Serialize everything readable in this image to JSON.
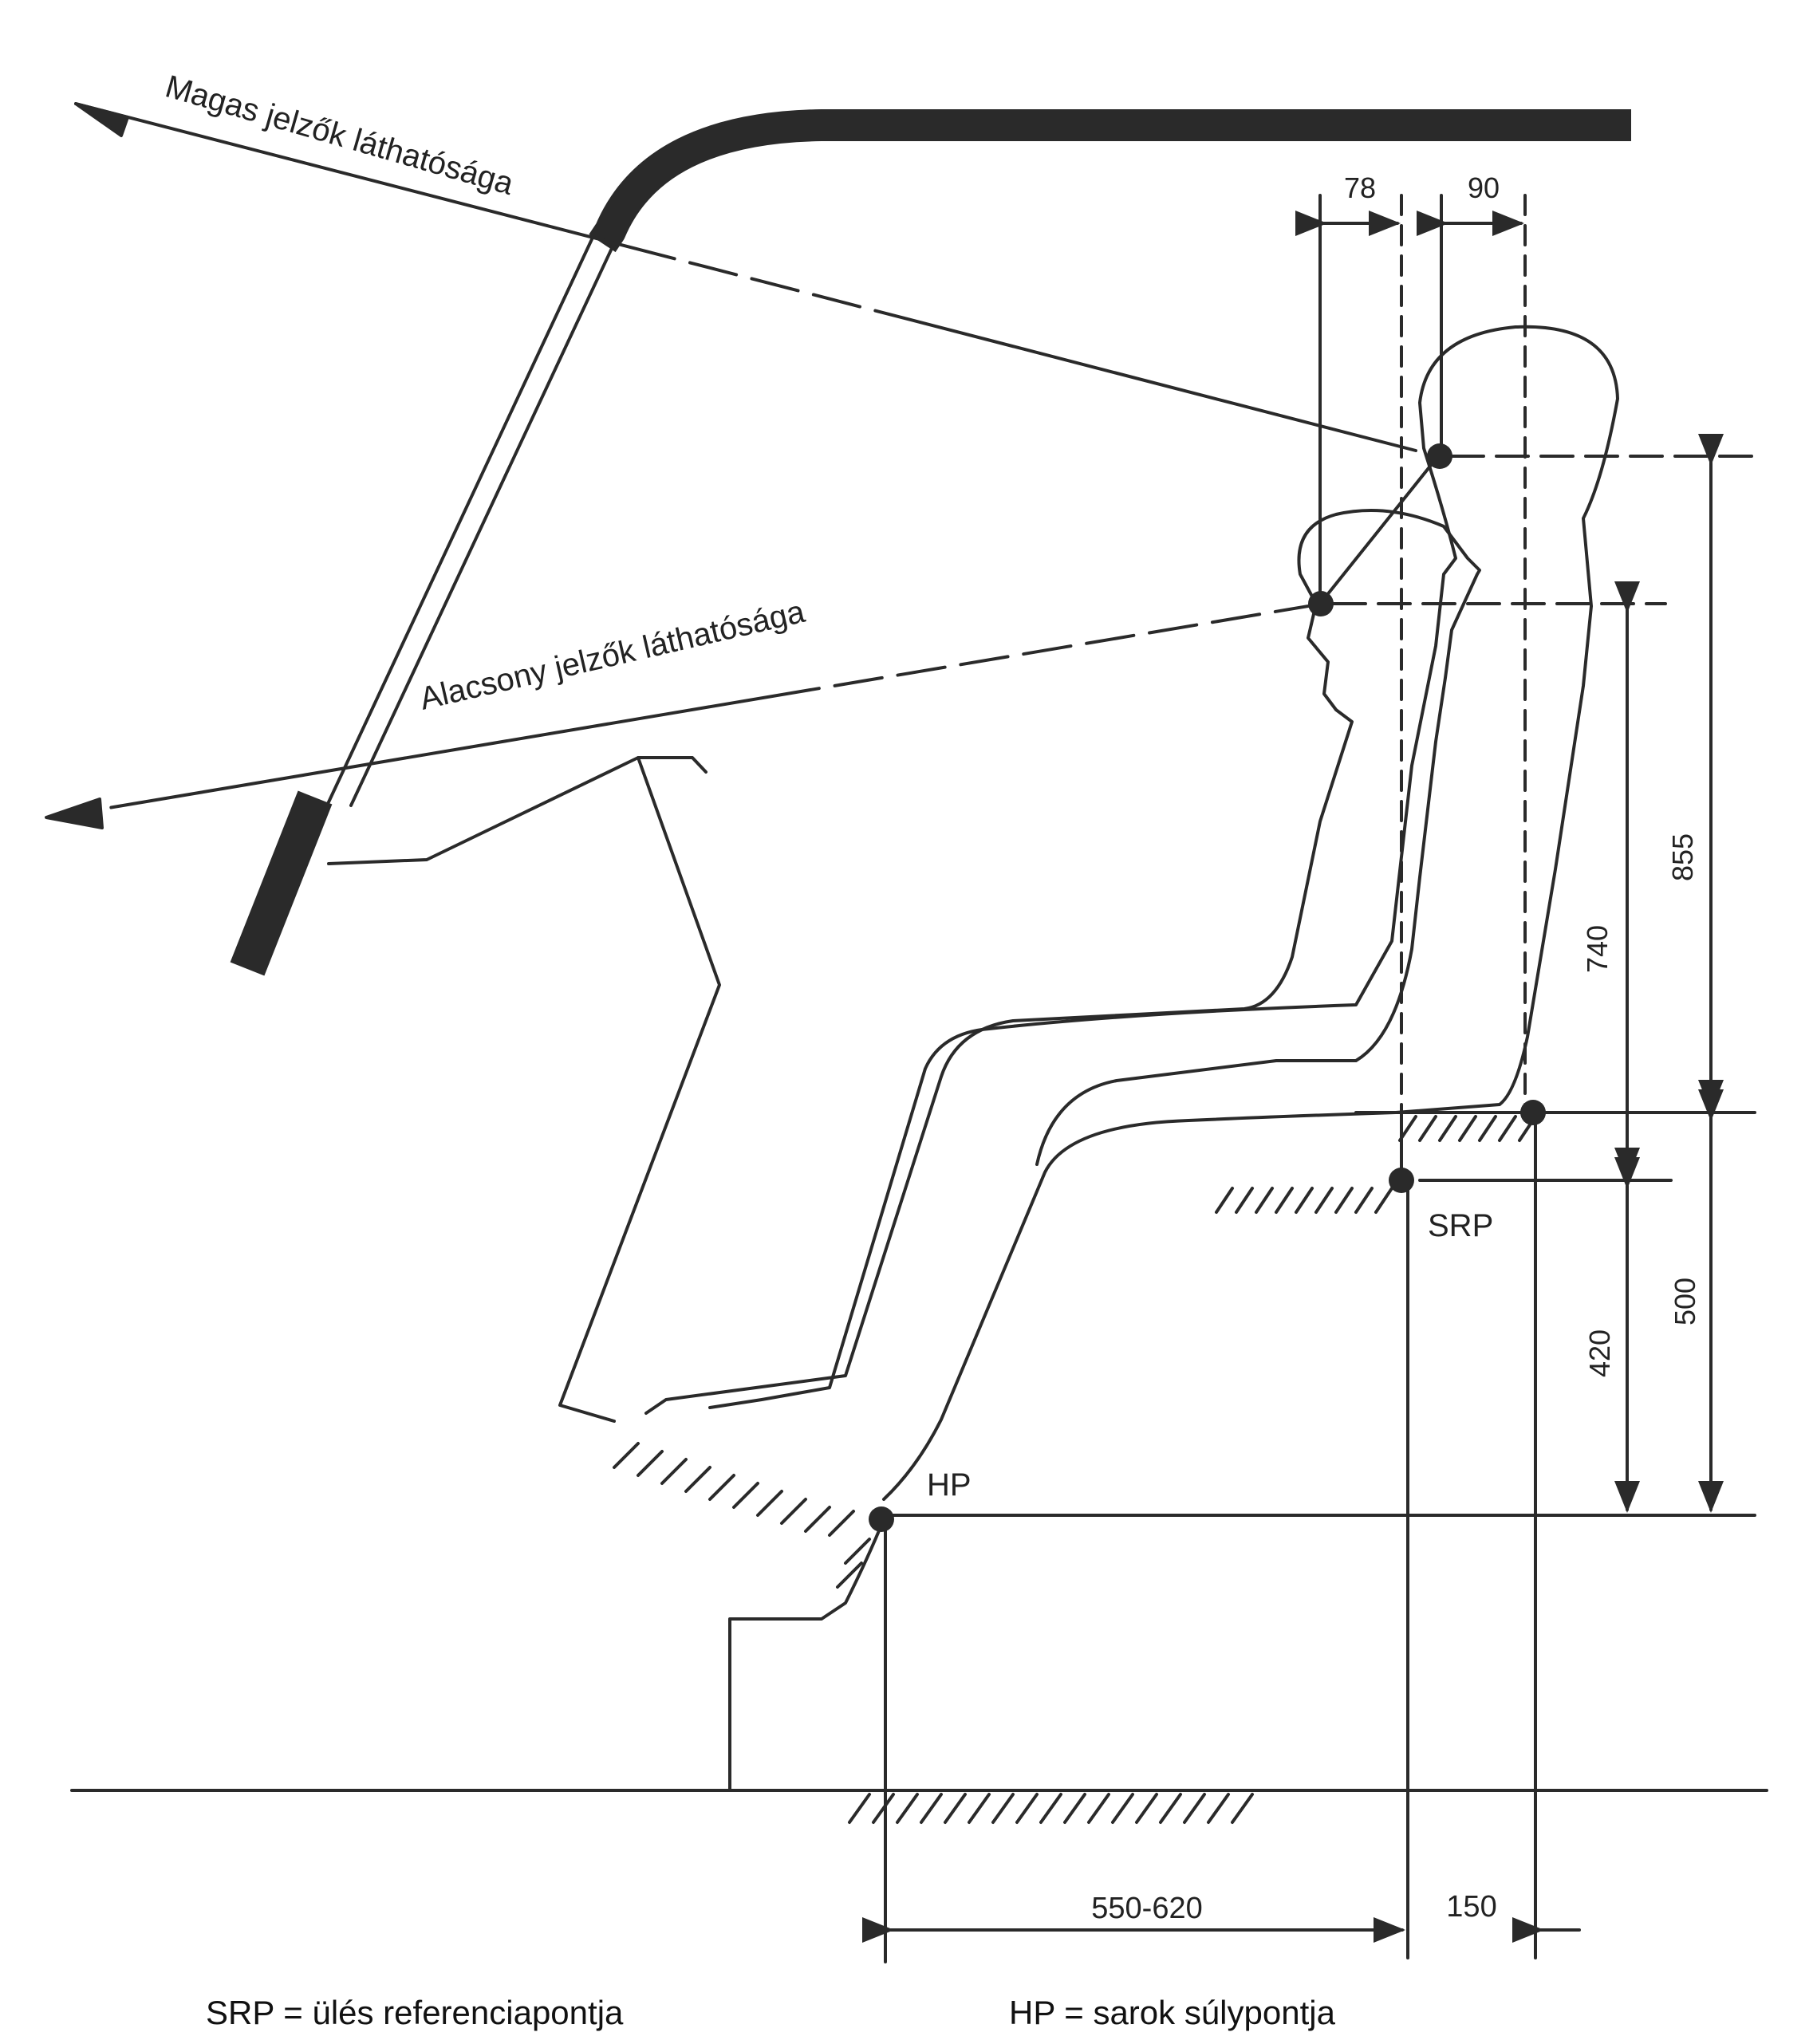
{
  "visibility": {
    "high_signals": "Magas jelzők láthatósága",
    "low_signals": "Alacsony jelzők láthatósága"
  },
  "points": {
    "hp": "HP",
    "srp": "SRP"
  },
  "dimensions": {
    "eye_offset_left": "78",
    "eye_offset_right": "90",
    "eye_height_tall": "855",
    "eye_height_short": "740",
    "seat_height_srp": "420",
    "seat_height_rear": "500",
    "hp_to_srp": "550-620",
    "srp_to_rear": "150"
  },
  "captions": {
    "srp_definition": "SRP = ülés referenciapontja",
    "hp_definition": "HP = sarok súlypontja"
  },
  "colors": {
    "ink": "#2a2a2a",
    "background": "#ffffff"
  }
}
